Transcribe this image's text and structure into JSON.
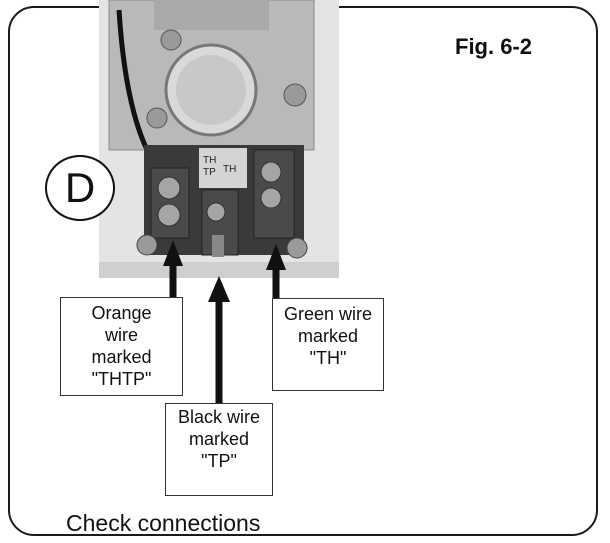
{
  "figure": {
    "title": "Fig. 6-2",
    "marker_letter": "D",
    "caption": "Check connections"
  },
  "terminal_labels": {
    "thtp_line1": "TH",
    "thtp_line2": "TP",
    "th": "TH"
  },
  "labels": {
    "orange": [
      "Orange",
      "wire",
      "marked",
      "\"THTP\""
    ],
    "black": [
      "Black wire",
      "marked",
      "\"TP\""
    ],
    "green": [
      "Green wire",
      "marked",
      "\"TH\""
    ]
  },
  "colors": {
    "border": "#1a1a1a",
    "arrow": "#111111",
    "metal": "#b8b8b8",
    "terminal_block": "#3a3a3a"
  }
}
